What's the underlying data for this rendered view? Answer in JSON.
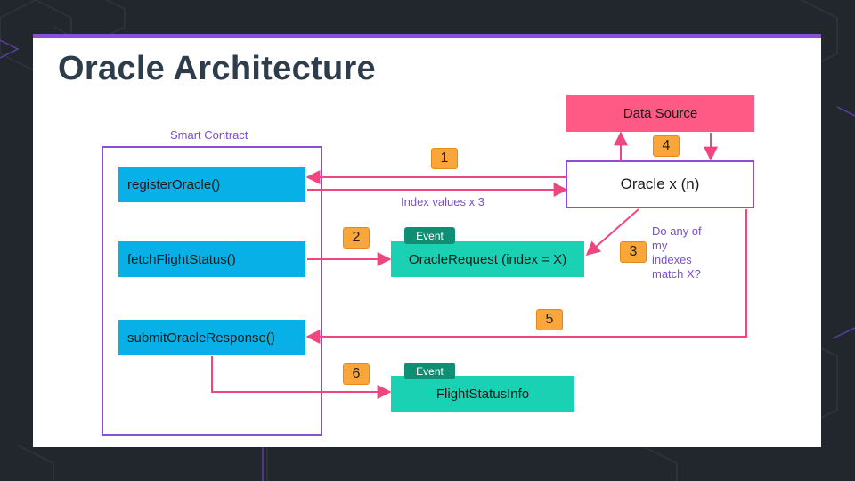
{
  "slide": {
    "title": "Oracle Architecture"
  },
  "contract": {
    "label": "Smart Contract",
    "functions": [
      "registerOracle()",
      "fetchFlightStatus()",
      "submitOracleResponse()"
    ]
  },
  "data_source": {
    "label": "Data Source"
  },
  "oracle": {
    "label": "Oracle x (n)"
  },
  "events": {
    "tag": "Event",
    "oracle_request": "OracleRequest (index = X)",
    "flight_status_info": "FlightStatusInfo"
  },
  "annotations": {
    "index_values": "Index values x 3",
    "match_question": [
      "Do any of",
      "my",
      "indexes",
      "match X?"
    ]
  },
  "steps": [
    "1",
    "2",
    "3",
    "4",
    "5",
    "6"
  ],
  "colors": {
    "function_box": "#07b0e6",
    "event_box": "#1ad1b4",
    "event_tag": "#0e8f73",
    "data_source": "#fe5a85",
    "border_purple": "#8a4fd6",
    "arrow_pink": "#f0467f",
    "step_badge": "#fba63a"
  }
}
